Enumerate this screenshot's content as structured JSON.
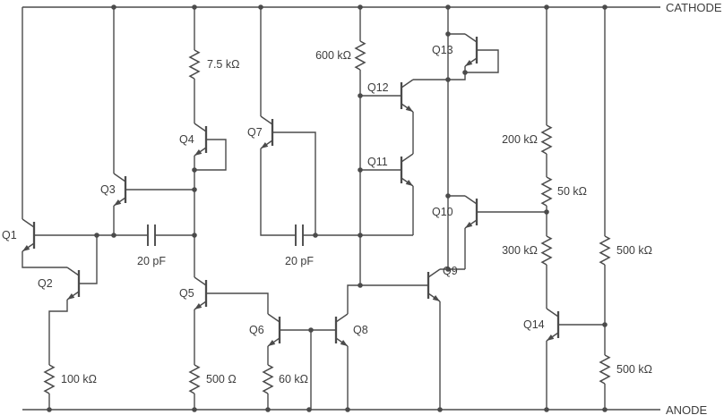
{
  "schematic": {
    "pins": {
      "top_rail": "CATHODE",
      "bottom_rail": "ANODE"
    },
    "transistors": {
      "q1": "Q1",
      "q2": "Q2",
      "q3": "Q3",
      "q4": "Q4",
      "q5": "Q5",
      "q6": "Q6",
      "q7": "Q7",
      "q8": "Q8",
      "q9": "Q9",
      "q10": "Q10",
      "q11": "Q11",
      "q12": "Q12",
      "q13": "Q13",
      "q14": "Q14"
    },
    "resistors": {
      "r_7_5k": "7.5 kΩ",
      "r_600k": "600 kΩ",
      "r_200k": "200 kΩ",
      "r_50k": "50 kΩ",
      "r_300k": "300 kΩ",
      "r_500k_upper": "500 kΩ",
      "r_500k_lower": "500 kΩ",
      "r_100k": "100 kΩ",
      "r_500": "500 Ω",
      "r_60k": "60 kΩ"
    },
    "capacitors": {
      "c1": "20 pF",
      "c2": "20 pF"
    },
    "colors": {
      "line": "#4b4b4b",
      "text": "#3d3d3d",
      "background": "#ffffff"
    }
  }
}
